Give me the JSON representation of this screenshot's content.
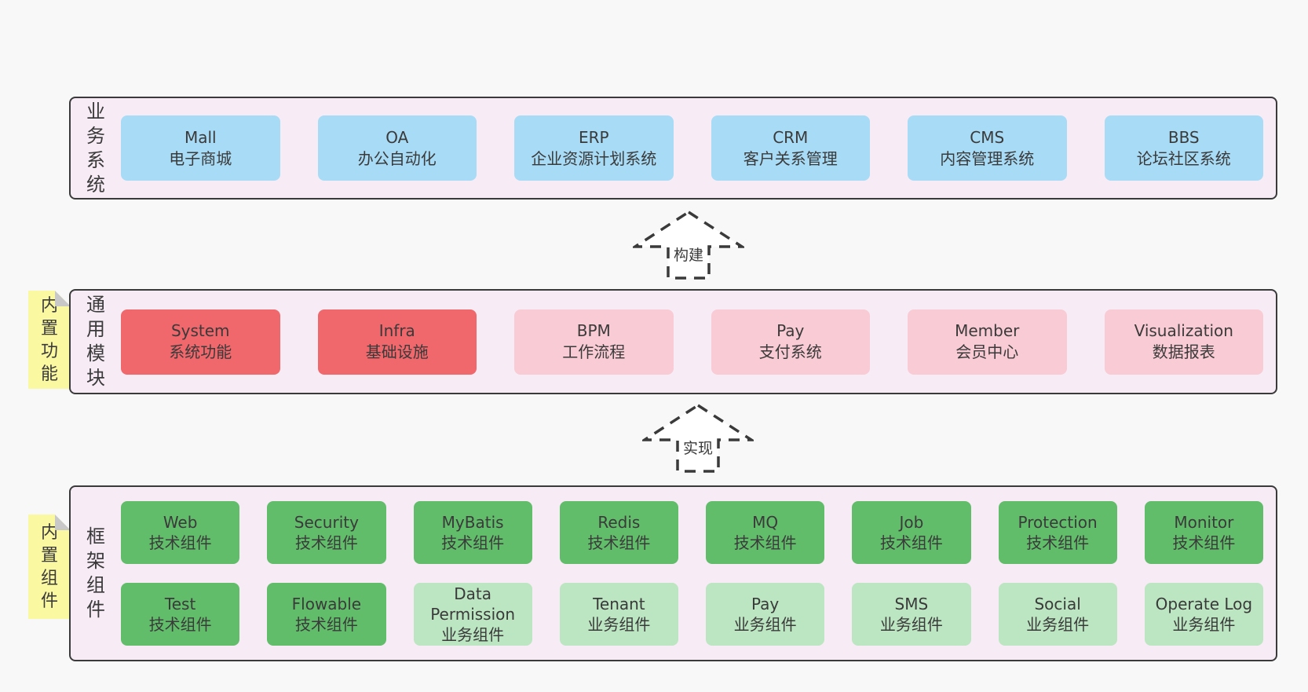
{
  "canvas": {
    "background": "#f8f8f8"
  },
  "colors": {
    "panel_fill": "#f7ecf5",
    "panel_border": "#3a3a3a",
    "box_blue": "#a8dbf5",
    "box_red": "#f0676c",
    "box_pink": "#f9cbd4",
    "box_green_dark": "#62bd6b",
    "box_green_light": "#bce5c1",
    "note_yellow": "#fbf8a2",
    "note_fold_gray": "#c8c8c8",
    "text": "#3a3a3a"
  },
  "arrows": [
    {
      "label": "构建"
    },
    {
      "label": "实现"
    }
  ],
  "layers": {
    "business": {
      "side_label": "业务系统",
      "boxes": [
        {
          "title": "Mall",
          "subtitle": "电子商城",
          "variant": "blue"
        },
        {
          "title": "OA",
          "subtitle": "办公自动化",
          "variant": "blue"
        },
        {
          "title": "ERP",
          "subtitle": "企业资源计划系统",
          "variant": "blue"
        },
        {
          "title": "CRM",
          "subtitle": "客户关系管理",
          "variant": "blue"
        },
        {
          "title": "CMS",
          "subtitle": "内容管理系统",
          "variant": "blue"
        },
        {
          "title": "BBS",
          "subtitle": "论坛社区系统",
          "variant": "blue"
        }
      ]
    },
    "modules": {
      "side_label": "通用模块",
      "note": "内置功能",
      "boxes": [
        {
          "title": "System",
          "subtitle": "系统功能",
          "variant": "red"
        },
        {
          "title": "Infra",
          "subtitle": "基础设施",
          "variant": "red"
        },
        {
          "title": "BPM",
          "subtitle": "工作流程",
          "variant": "pink"
        },
        {
          "title": "Pay",
          "subtitle": "支付系统",
          "variant": "pink"
        },
        {
          "title": "Member",
          "subtitle": "会员中心",
          "variant": "pink"
        },
        {
          "title": "Visualization",
          "subtitle": "数据报表",
          "variant": "pink"
        }
      ]
    },
    "components": {
      "side_label": "框架组件",
      "note": "内置组件",
      "row1": [
        {
          "title": "Web",
          "subtitle": "技术组件",
          "variant": "green-dark"
        },
        {
          "title": "Security",
          "subtitle": "技术组件",
          "variant": "green-dark"
        },
        {
          "title": "MyBatis",
          "subtitle": "技术组件",
          "variant": "green-dark"
        },
        {
          "title": "Redis",
          "subtitle": "技术组件",
          "variant": "green-dark"
        },
        {
          "title": "MQ",
          "subtitle": "技术组件",
          "variant": "green-dark"
        },
        {
          "title": "Job",
          "subtitle": "技术组件",
          "variant": "green-dark"
        },
        {
          "title": "Protection",
          "subtitle": "技术组件",
          "variant": "green-dark"
        },
        {
          "title": "Monitor",
          "subtitle": "技术组件",
          "variant": "green-dark"
        }
      ],
      "row2": [
        {
          "title": "Test",
          "subtitle": "技术组件",
          "variant": "green-dark"
        },
        {
          "title": "Flowable",
          "subtitle": "技术组件",
          "variant": "green-dark"
        },
        {
          "title": "Data Permission",
          "subtitle": "业务组件",
          "variant": "green-light"
        },
        {
          "title": "Tenant",
          "subtitle": "业务组件",
          "variant": "green-light"
        },
        {
          "title": "Pay",
          "subtitle": "业务组件",
          "variant": "green-light"
        },
        {
          "title": "SMS",
          "subtitle": "业务组件",
          "variant": "green-light"
        },
        {
          "title": "Social",
          "subtitle": "业务组件",
          "variant": "green-light"
        },
        {
          "title": "Operate Log",
          "subtitle": "业务组件",
          "variant": "green-light"
        }
      ]
    }
  }
}
